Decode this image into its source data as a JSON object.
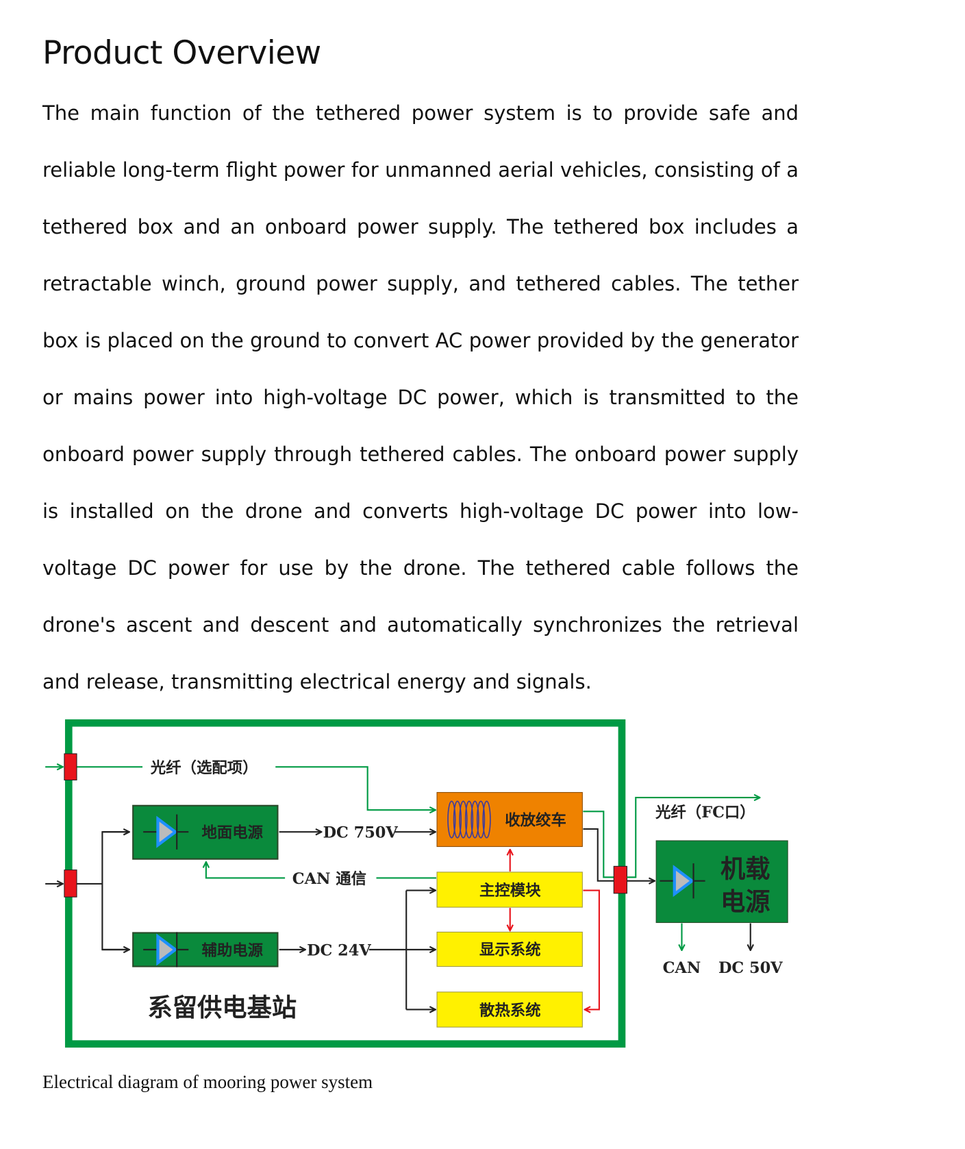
{
  "heading": "Product Overview",
  "paragraph": "The main function of the tethered power system is to provide safe and reliable long-term flight power for unmanned aerial vehicles, consisting of a tethered box and an onboard power supply. The tethered box includes a retractable winch, ground power supply, and tethered cables. The tether box is placed on the ground to convert AC power provided by the generator or mains power into high-voltage DC power, which is transmitted to the onboard power supply through tethered cables. The onboard power supply is installed on the drone and converts high-voltage DC power into low-voltage DC power for use by the drone. The tethered cable follows the drone's ascent and descent and automatically synchronizes the retrieval and release, transmitting electrical energy and signals.",
  "diagram": {
    "fiber_optional": "光纤（选配项）",
    "ground_power": "地面电源",
    "dc750": "DC 750V",
    "winch": "收放绞车",
    "can_comm": "CAN 通信",
    "main_control": "主控模块",
    "aux_power": "辅助电源",
    "dc24": "DC 24V",
    "display": "显示系统",
    "cooling": "散热系统",
    "station": "系留供电基站",
    "fiber_fc": "光纤（FC口）",
    "onboard_line1": "机载",
    "onboard_line2": "电源",
    "can": "CAN",
    "dc50": "DC 50V",
    "colors": {
      "green": "#009a44",
      "red": "#e8141c",
      "orange": "#ef8200",
      "yellow": "#fff100"
    }
  },
  "caption": "Electrical diagram of mooring power system"
}
